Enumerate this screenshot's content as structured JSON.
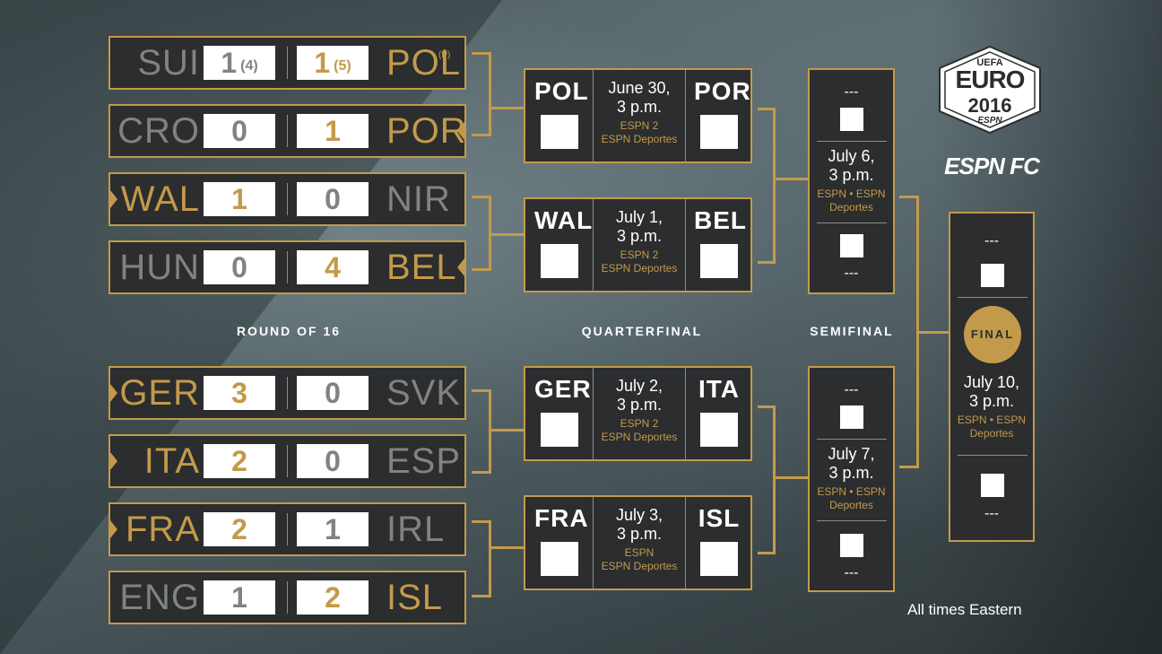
{
  "brand": {
    "uefa": "UEFA",
    "euro": "EURO",
    "year": "2016",
    "espn_small": "ESPN",
    "espn_fc": "ESPN FC"
  },
  "round_labels": {
    "r16": "ROUND OF 16",
    "qf": "QUARTERFINAL",
    "sf": "SEMIFINAL"
  },
  "round_of_16": [
    {
      "team1": "SUI",
      "score1": "1",
      "pen1": "(4)",
      "score2": "1",
      "pen2": "(5)",
      "team2": "POL",
      "team2_note": "(P)",
      "winner": 2
    },
    {
      "team1": "CRO",
      "score1": "0",
      "score2": "1",
      "team2": "POR",
      "winner": 2
    },
    {
      "team1": "WAL",
      "score1": "1",
      "score2": "0",
      "team2": "NIR",
      "winner": 1
    },
    {
      "team1": "HUN",
      "score1": "0",
      "score2": "4",
      "team2": "BEL",
      "winner": 2
    },
    {
      "team1": "GER",
      "score1": "3",
      "score2": "0",
      "team2": "SVK",
      "winner": 1
    },
    {
      "team1": "ITA",
      "score1": "2",
      "score2": "0",
      "team2": "ESP",
      "winner": 1
    },
    {
      "team1": "FRA",
      "score1": "2",
      "score2": "1",
      "team2": "IRL",
      "winner": 1
    },
    {
      "team1": "ENG",
      "score1": "1",
      "score2": "2",
      "team2": "ISL",
      "winner": 2
    }
  ],
  "quarterfinals": [
    {
      "team1": "POL",
      "date": "June 30,",
      "time": "3 p.m.",
      "tv1": "ESPN 2",
      "tv2": "ESPN Deportes",
      "team2": "POR"
    },
    {
      "team1": "WAL",
      "date": "July 1,",
      "time": "3 p.m.",
      "tv1": "ESPN 2",
      "tv2": "ESPN Deportes",
      "team2": "BEL"
    },
    {
      "team1": "GER",
      "date": "July 2,",
      "time": "3 p.m.",
      "tv1": "ESPN 2",
      "tv2": "ESPN Deportes",
      "team2": "ITA"
    },
    {
      "team1": "FRA",
      "date": "July 3,",
      "time": "3 p.m.",
      "tv1": "ESPN",
      "tv2": "ESPN Deportes",
      "team2": "ISL"
    }
  ],
  "semifinals": [
    {
      "team1": "---",
      "date": "July 6,",
      "time": "3 p.m.",
      "tv1": "ESPN • ESPN",
      "tv2": "Deportes",
      "team2": "---"
    },
    {
      "team1": "---",
      "date": "July 7,",
      "time": "3 p.m.",
      "tv1": "ESPN • ESPN",
      "tv2": "Deportes",
      "team2": "---"
    }
  ],
  "final": {
    "badge": "FINAL",
    "team1": "---",
    "date": "July 10,",
    "time": "3 p.m.",
    "tv1": "ESPN • ESPN",
    "tv2": "Deportes",
    "team2": "---"
  },
  "footnote": "All times Eastern",
  "colors": {
    "gold": "#c39a4b",
    "box": "#2b2d2e",
    "loser": "#808284"
  }
}
